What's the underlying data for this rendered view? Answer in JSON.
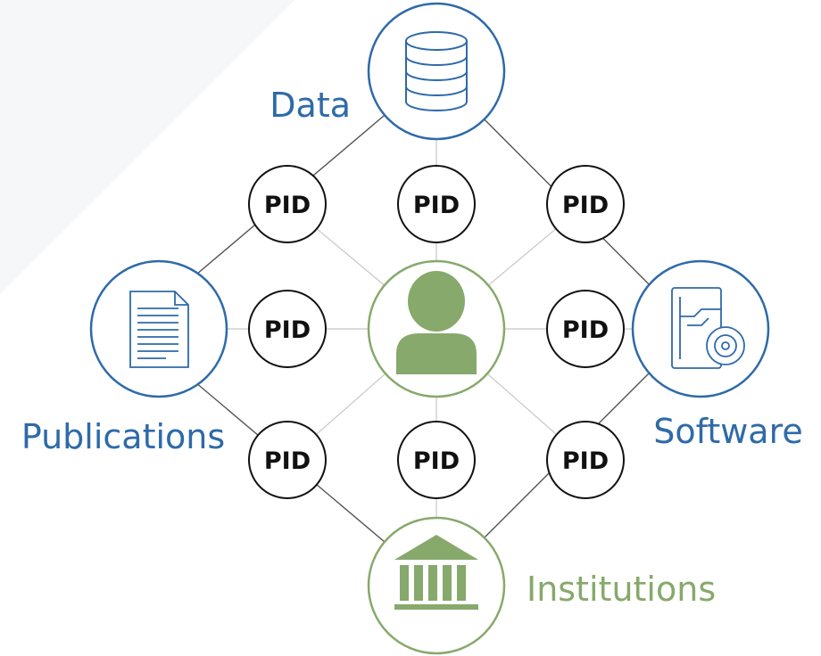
{
  "nodes": {
    "data": {
      "label": "Data",
      "icon": "database-icon"
    },
    "publications": {
      "label": "Publications",
      "icon": "document-icon"
    },
    "software": {
      "label": "Software",
      "icon": "software-package-icon"
    },
    "institutions": {
      "label": "Institutions",
      "icon": "institution-building-icon"
    },
    "person": {
      "icon": "person-icon"
    }
  },
  "pid_label": "PID",
  "colors": {
    "blue": "#2e6aa9",
    "green": "#87a96b",
    "pid_border": "#111111",
    "connector": "#555555",
    "spoke": "#c8c8c8"
  }
}
